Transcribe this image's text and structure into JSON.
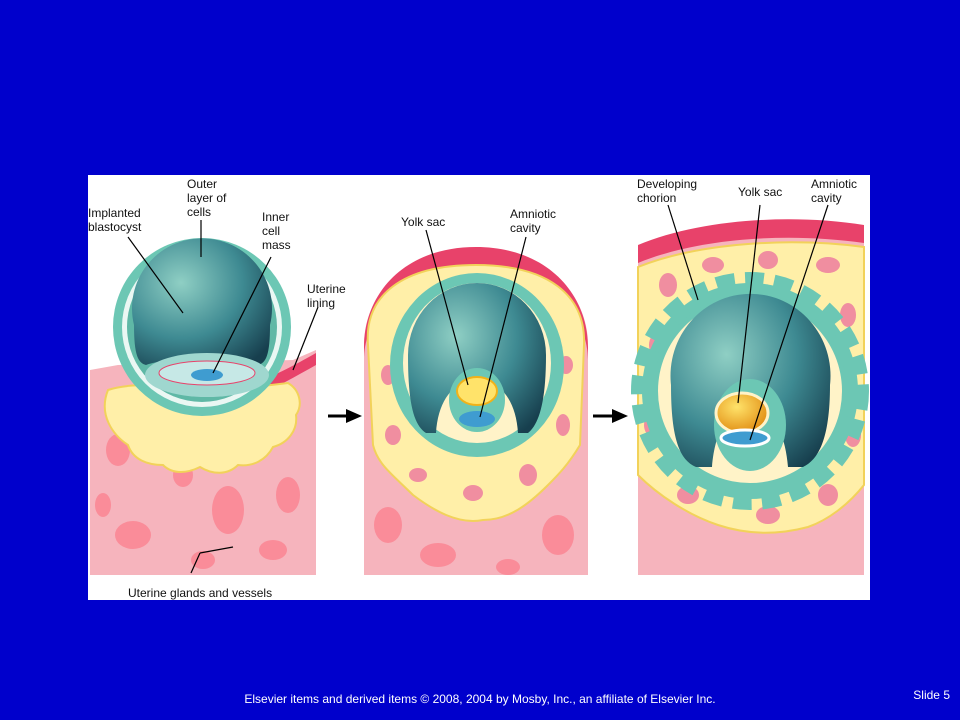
{
  "slide_number": "Slide 5",
  "copyright": "Elsevier items and derived items © 2008, 2004 by Mosby, Inc., an affiliate of Elsevier Inc.",
  "colors": {
    "background": "#0000CC",
    "teal": "#6CC7B4",
    "cavity_dark": "#1E5563",
    "yellow": "#FFEFA8",
    "pink": "#F6B4BD",
    "red": "#E8426A",
    "yolk": "#F0B21A",
    "amnion": "#3F9CD0"
  },
  "panel1": {
    "outer_layer": "Outer\nlayer of\ncells",
    "implanted_blastocyst": "Implanted\nblastocyst",
    "inner_cell_mass": "Inner\ncell\nmass",
    "uterine_lining": "Uterine\nlining",
    "uterine_glands": "Uterine glands and vessels"
  },
  "panel2": {
    "yolk_sac": "Yolk sac",
    "amniotic_cavity": "Amniotic\ncavity"
  },
  "panel3": {
    "developing_chorion": "Developing\nchorion",
    "yolk_sac": "Yolk sac",
    "amniotic_cavity": "Amniotic\ncavity"
  }
}
